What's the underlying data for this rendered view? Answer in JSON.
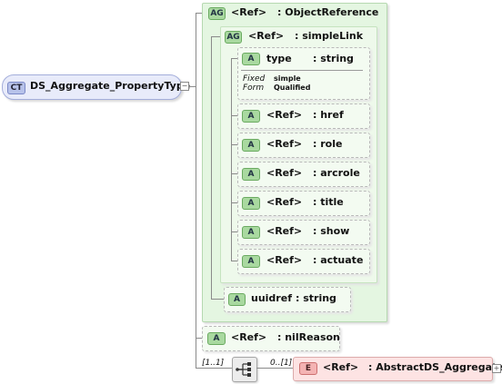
{
  "complex_type": {
    "badge": "CT",
    "name": "DS_Aggregate_PropertyType"
  },
  "attribute_group_outer": {
    "badge": "AG",
    "ref": "<Ref>",
    "type": ": ObjectReference"
  },
  "attribute_group_inner": {
    "badge": "AG",
    "ref": "<Ref>",
    "type": ": simpleLink"
  },
  "type_attribute": {
    "badge": "A",
    "name": "type",
    "type": ": string",
    "fixed_label": "Fixed",
    "fixed_value": "simple",
    "form_label": "Form",
    "form_value": "Qualified"
  },
  "link_attributes": [
    {
      "badge": "A",
      "ref": "<Ref>",
      "name": ": href"
    },
    {
      "badge": "A",
      "ref": "<Ref>",
      "name": ": role"
    },
    {
      "badge": "A",
      "ref": "<Ref>",
      "name": ": arcrole"
    },
    {
      "badge": "A",
      "ref": "<Ref>",
      "name": ": title"
    },
    {
      "badge": "A",
      "ref": "<Ref>",
      "name": ": show"
    },
    {
      "badge": "A",
      "ref": "<Ref>",
      "name": ": actuate"
    }
  ],
  "uuidref_attribute": {
    "badge": "A",
    "name": "uuidref",
    "type": ": string"
  },
  "nilreason_attribute": {
    "badge": "A",
    "ref": "<Ref>",
    "type": ": nilReason"
  },
  "sequence": {
    "multiplicity": "[1..1]",
    "icon": "sequence-icon"
  },
  "element": {
    "badge": "E",
    "multiplicity": "0..[1]",
    "ref": "<Ref>",
    "type": ": AbstractDS_Aggregate"
  },
  "colors": {
    "group_fill": "#e4f6e1",
    "attribute_fill": "#f3fbf1",
    "complex_type_fill": "#e8ebfa",
    "element_fill": "#fde3e3",
    "connector": "#8a8a8a"
  }
}
